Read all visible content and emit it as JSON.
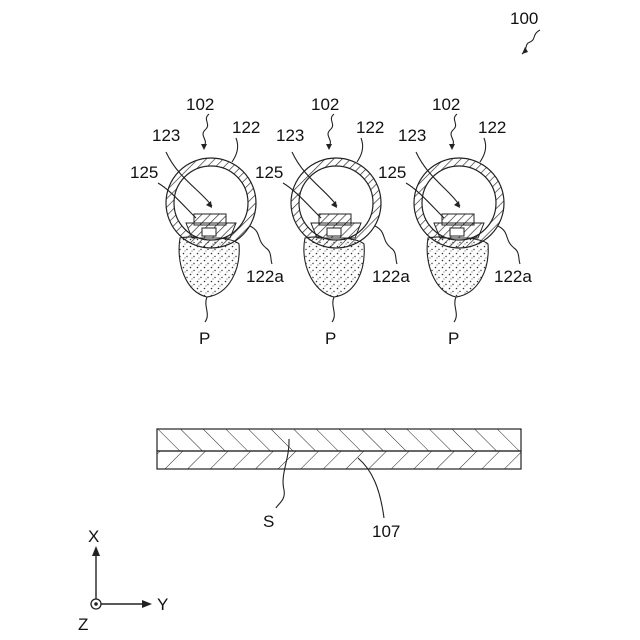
{
  "figure": {
    "ref_label": "100",
    "units": [
      {
        "ref": "102",
        "outer_tube": "122",
        "inner_arrow": "123",
        "mount": "125",
        "lower_part": "122a",
        "emission": "P"
      },
      {
        "ref": "102",
        "outer_tube": "122",
        "inner_arrow": "123",
        "mount": "125",
        "lower_part": "122a",
        "emission": "P"
      },
      {
        "ref": "102",
        "outer_tube": "122",
        "inner_arrow": "123",
        "mount": "125",
        "lower_part": "122a",
        "emission": "P"
      }
    ],
    "substrate": {
      "surface_label": "S",
      "ref": "107"
    },
    "axes": {
      "x": "X",
      "y": "Y",
      "z": "Z"
    }
  }
}
